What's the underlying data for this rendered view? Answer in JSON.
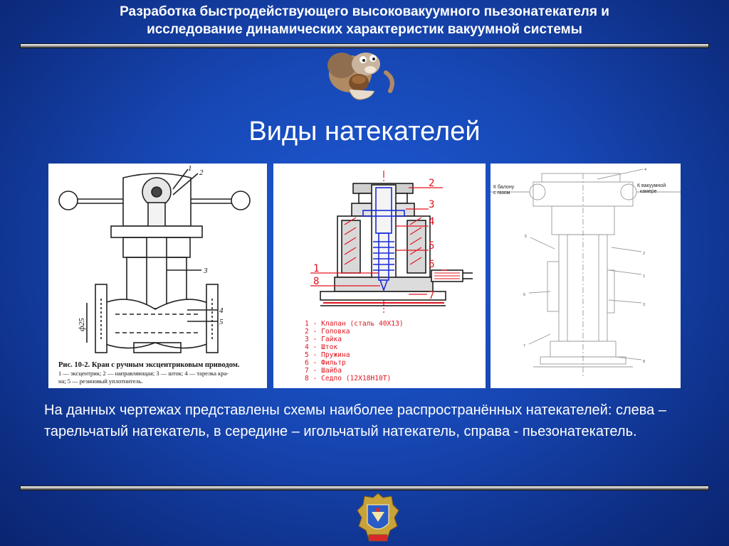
{
  "header": {
    "title_line1": "Разработка быстродействующего высоковакуумного пьезонатекателя и",
    "title_line2": "исследование динамических характеристик вакуумной системы"
  },
  "slide_title": "Виды натекателей",
  "left_drawing": {
    "callouts": [
      "1",
      "2",
      "3",
      "4",
      "5"
    ],
    "dimension": "ф25",
    "caption_line1": "Рис. 10-2. Кран с ручным эксцентриковым приводом.",
    "caption_line2": "1 — эксцентрик; 2 — направляющая; 3 — шток; 4 — тарелка кра-",
    "caption_line3": "на; 5 — резиновый уплотнитель."
  },
  "middle_drawing": {
    "callouts": [
      "2",
      "3",
      "4",
      "5",
      "6",
      "7",
      "1",
      "8"
    ],
    "legend": [
      "1 - Клапан (сталь 40Х13)",
      "2 - Головка",
      "3 - Гайка",
      "4 - Шток",
      "5 - Пружина",
      "6 - Фильтр",
      "7 - Шайба",
      "8 - Седло (12Х18Н10Т)"
    ]
  },
  "right_drawing": {
    "label_gas_line1": "К балону",
    "label_gas_line2": "с газом",
    "label_chamber_line1": "К вакуумной",
    "label_chamber_line2": "камере",
    "callouts": [
      "4",
      "2",
      "1",
      "3",
      "5",
      "6",
      "7",
      "8"
    ]
  },
  "caption": "На данных чертежах представлены схемы наиболее распространённых натекателей: слева – тарельчатый натекатель, в середине – игольчатый натекатель, справа - пьезонатекатель.",
  "colors": {
    "background": "#1747b4",
    "text": "#ffffff",
    "drawing_red": "#e0141e",
    "drawing_blue": "#1c2bd6"
  }
}
